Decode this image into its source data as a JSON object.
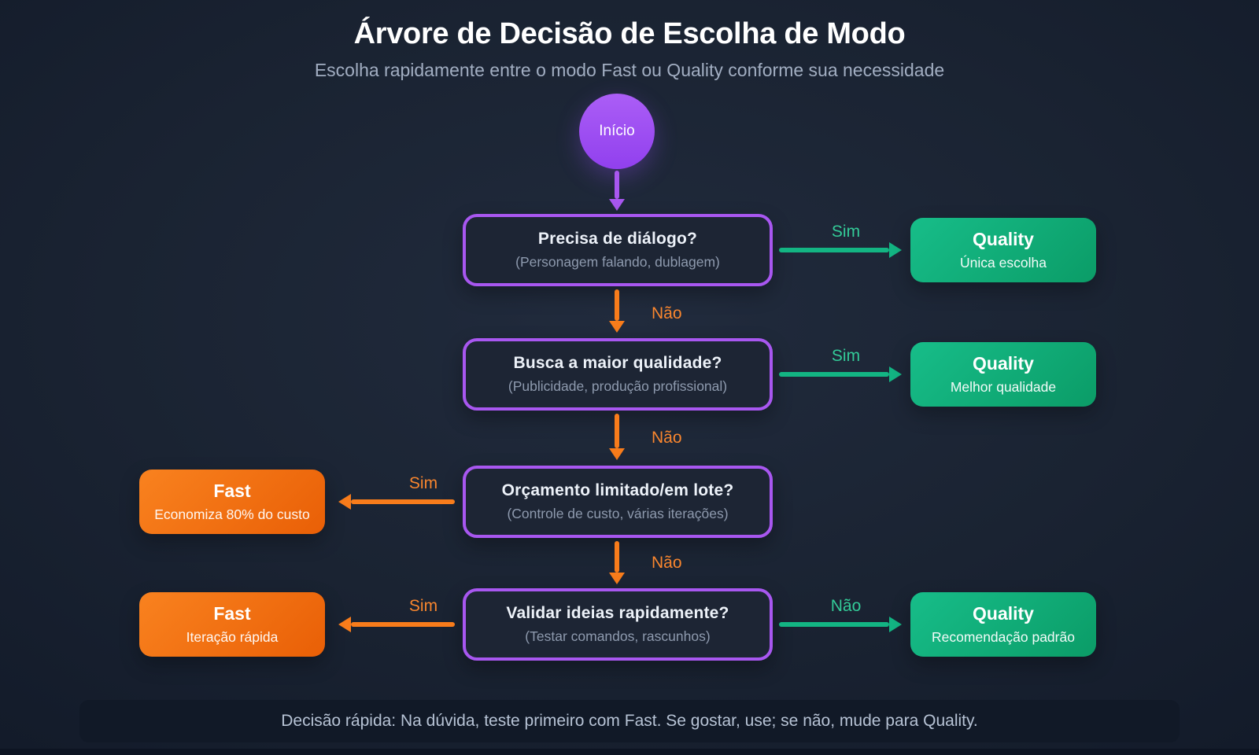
{
  "header": {
    "title": "Árvore de Decisão de Escolha de Modo",
    "subtitle": "Escolha rapidamente entre o modo Fast ou Quality conforme sua necessidade"
  },
  "start": {
    "label": "Início"
  },
  "decisions": [
    {
      "question": "Precisa de diálogo?",
      "detail": "(Personagem falando, dublagem)"
    },
    {
      "question": "Busca a maior qualidade?",
      "detail": "(Publicidade, produção profissional)"
    },
    {
      "question": "Orçamento limitado/em lote?",
      "detail": "(Controle de custo, várias iterações)"
    },
    {
      "question": "Validar ideias rapidamente?",
      "detail": "(Testar comandos, rascunhos)"
    }
  ],
  "outcomes": [
    {
      "type": "quality",
      "title": "Quality",
      "subtitle": "Única escolha"
    },
    {
      "type": "quality",
      "title": "Quality",
      "subtitle": "Melhor qualidade"
    },
    {
      "type": "fast",
      "title": "Fast",
      "subtitle": "Economiza 80% do custo"
    },
    {
      "type": "fast",
      "title": "Fast",
      "subtitle": "Iteração rápida"
    },
    {
      "type": "quality",
      "title": "Quality",
      "subtitle": "Recomendação padrão"
    }
  ],
  "edges": [
    {
      "from": "start",
      "to": "decision-1",
      "label": ""
    },
    {
      "from": "decision-1",
      "to": "quality-1",
      "label": "Sim"
    },
    {
      "from": "decision-1",
      "to": "decision-2",
      "label": "Não"
    },
    {
      "from": "decision-2",
      "to": "quality-2",
      "label": "Sim"
    },
    {
      "from": "decision-2",
      "to": "decision-3",
      "label": "Não"
    },
    {
      "from": "decision-3",
      "to": "fast-1",
      "label": "Sim"
    },
    {
      "from": "decision-3",
      "to": "decision-4",
      "label": "Não"
    },
    {
      "from": "decision-4",
      "to": "fast-2",
      "label": "Sim"
    },
    {
      "from": "decision-4",
      "to": "quality-3",
      "label": "Não"
    }
  ],
  "footer": {
    "note": "Decisão rápida: Na dúvida, teste primeiro com Fast. Se gostar, use; se não, mude para Quality."
  },
  "colors": {
    "background": "#1a2332",
    "node_bg": "#1d2534",
    "purple": "#a857f0",
    "green": "#13b583",
    "green_light": "#17bd89",
    "green_dark": "#0b9c67",
    "orange": "#f87c1b",
    "orange_light": "#f9821f",
    "orange_dark": "#e95f06",
    "label_green": "#33cb98",
    "label_orange": "#f9862e"
  }
}
